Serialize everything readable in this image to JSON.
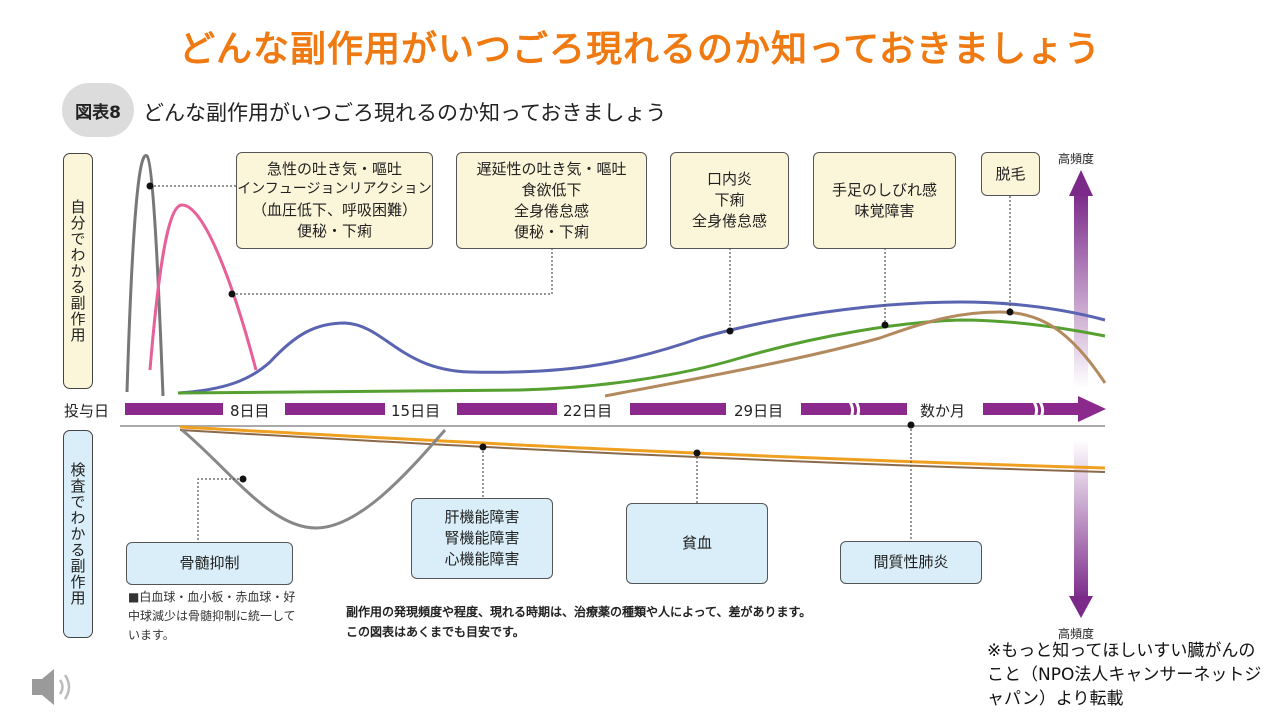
{
  "slide_title": "どんな副作用がいつごろ現れるのか知っておきましょう",
  "figure": {
    "badge": "図表8",
    "title": "どんな副作用がいつごろ現れるのか知っておきましょう"
  },
  "side_labels": {
    "self": "自分でわかる副作用",
    "test": "検査でわかる副作用"
  },
  "axis": {
    "start": "投与日",
    "ticks": [
      "8日目",
      "15日目",
      "22日目",
      "29日目",
      "数か月"
    ]
  },
  "frequency": {
    "top": "高頻度",
    "bottom": "高頻度"
  },
  "self_boxes": [
    {
      "lines": [
        "急性の吐き気・嘔吐",
        "インフュージョンリアクション",
        "（血圧低下、呼吸困難）",
        "便秘・下痢"
      ]
    },
    {
      "lines": [
        "遅延性の吐き気・嘔吐",
        "食欲低下",
        "全身倦怠感",
        "便秘・下痢"
      ]
    },
    {
      "lines": [
        "口内炎",
        "下痢",
        "全身倦怠感"
      ]
    },
    {
      "lines": [
        "手足のしびれ感",
        "味覚障害"
      ]
    },
    {
      "lines": [
        "脱毛"
      ]
    }
  ],
  "test_boxes": [
    {
      "lines": [
        "骨髄抑制"
      ]
    },
    {
      "lines": [
        "肝機能障害",
        "腎機能障害",
        "心機能障害"
      ]
    },
    {
      "lines": [
        "貧血"
      ]
    },
    {
      "lines": [
        "間質性肺炎"
      ]
    }
  ],
  "marrow_note": "■白血球・血小板・赤血球・好中球減少は骨髄抑制に統一しています。",
  "notes": [
    "副作用の発現頻度や程度、現れる時期は、治療薬の種類や人によって、差があります。",
    "この図表はあくまでも目安です。"
  ],
  "source": "※もっと知ってほしいすい臓がんのこと（NPO法人キャンサーネットジャパン）より転載",
  "colors": {
    "title": "#f07a12",
    "timeline": "#8b2a8c",
    "gray_curve": "#777777",
    "pink_curve": "#e8609a",
    "blue_curve": "#5a64b0",
    "green_curve": "#55a030",
    "brown_curve": "#b38a5e",
    "orange_line": "#f0a020"
  },
  "icons": [
    "speaker-icon"
  ]
}
